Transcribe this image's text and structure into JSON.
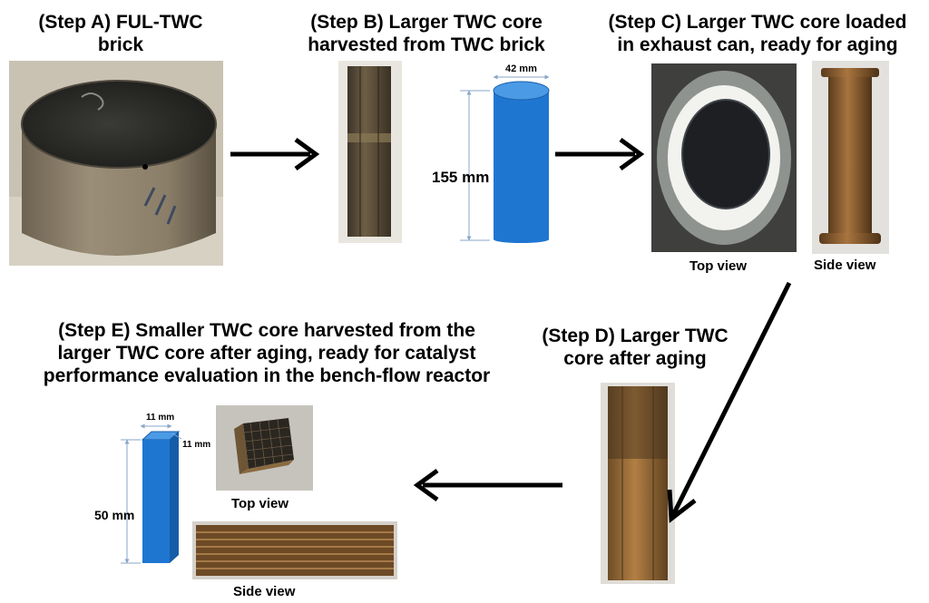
{
  "steps": {
    "a": {
      "line1": "(Step A) FUL-TWC",
      "line2": "brick"
    },
    "b": {
      "line1": "(Step B) Larger TWC core",
      "line2": "harvested from TWC brick"
    },
    "c": {
      "line1": "(Step C) Larger TWC core loaded",
      "line2": "in exhaust can, ready for aging"
    },
    "d": {
      "line1": "(Step D) Larger TWC",
      "line2": "core after aging"
    },
    "e": {
      "line1": "(Step E) Smaller TWC core harvested from the",
      "line2": "larger TWC core after aging, ready for catalyst",
      "line3": "performance evaluation in the bench-flow reactor"
    }
  },
  "dimensions": {
    "large_core_diameter": "42 mm",
    "large_core_length": "155 mm",
    "small_core_width": "11 mm",
    "small_core_depth": "11 mm",
    "small_core_length": "50 mm"
  },
  "captions": {
    "c_top": "Top view",
    "c_side": "Side view",
    "e_top": "Top view",
    "e_side": "Side view"
  },
  "colors": {
    "core_blue": "#1f76d1",
    "arrow": "#000000"
  }
}
